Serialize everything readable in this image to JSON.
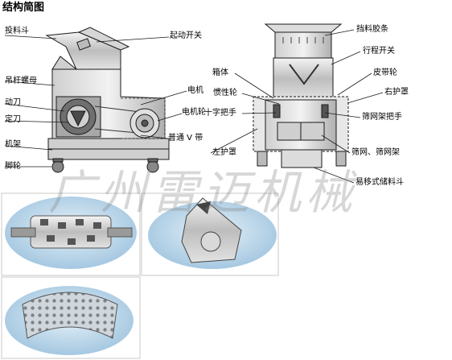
{
  "title": "结构简图",
  "watermark": "广州雷迈机械",
  "left_labels": {
    "hopper": "投料斗",
    "start_switch": "起动开关",
    "tie_rod_nut": "吊杆螺母",
    "motor": "电机",
    "moving_knife": "动刀",
    "motor_pulley": "电机轮",
    "fixed_knife": "定刀",
    "v_belt": "普通 V 带",
    "frame": "机架",
    "caster": "脚轮"
  },
  "right_labels": {
    "rubber_strip": "挡料胶条",
    "travel_switch": "行程开关",
    "housing": "箱体",
    "belt_pulley": "皮带轮",
    "flywheel": "惯性轮",
    "right_guard": "右护罩",
    "cross_handle": "十字把手",
    "screen_frame_handle": "筛网架把手",
    "left_guard": "左护罩",
    "screen_frame": "筛网、筛网架",
    "bin": "易移式储料斗"
  },
  "colors": {
    "line": "#1a1a1a",
    "metal_light": "#e6e6e6",
    "metal_dark": "#8a8a8a",
    "oval_bg": "#bfd9ec",
    "dashed": "#555555"
  }
}
